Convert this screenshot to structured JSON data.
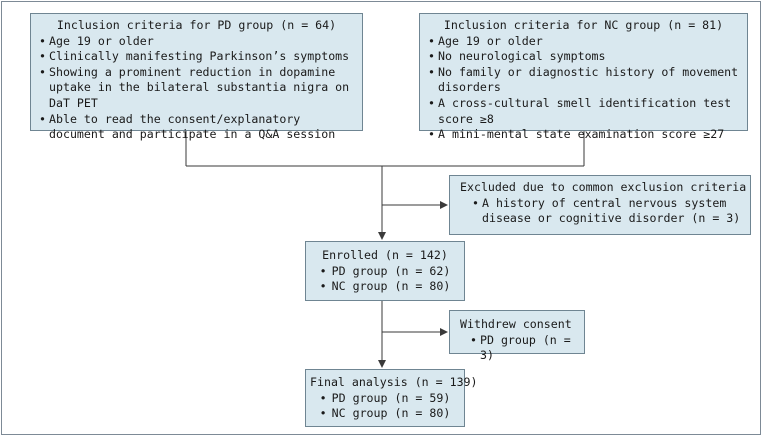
{
  "pd_inclusion": {
    "title": "Inclusion criteria for PD group (n = 64)",
    "items": [
      "Age 19 or older",
      "Clinically manifesting Parkinson’s symptoms",
      "Showing a prominent reduction in dopamine uptake in the bilateral substantia nigra on DaT PET",
      "Able to read the consent/explanatory document and participate in a Q&A session"
    ]
  },
  "nc_inclusion": {
    "title": "Inclusion criteria for NC group (n = 81)",
    "items": [
      "Age 19 or older",
      "No neurological symptoms",
      "No family or diagnostic history of movement disorders",
      "A cross-cultural smell identification test score ≥8",
      "A mini-mental state examination score ≥27"
    ]
  },
  "excluded": {
    "title": "Excluded due to common exclusion criteria",
    "items": [
      "A history of central nervous system disease or cognitive disorder (n = 3)"
    ]
  },
  "enrolled": {
    "title": "Enrolled (n = 142)",
    "items": [
      "PD group (n = 62)",
      "NC group (n = 80)"
    ]
  },
  "withdrew": {
    "title": "Withdrew consent",
    "items": [
      "PD group (n = 3)"
    ]
  },
  "final": {
    "title": "Final analysis (n = 139)",
    "items": [
      "PD group (n = 59)",
      "NC group (n = 80)"
    ]
  },
  "colors": {
    "box_fill": "#d9e8ef",
    "box_border": "#6f8592",
    "connector": "#3a3a3a"
  }
}
